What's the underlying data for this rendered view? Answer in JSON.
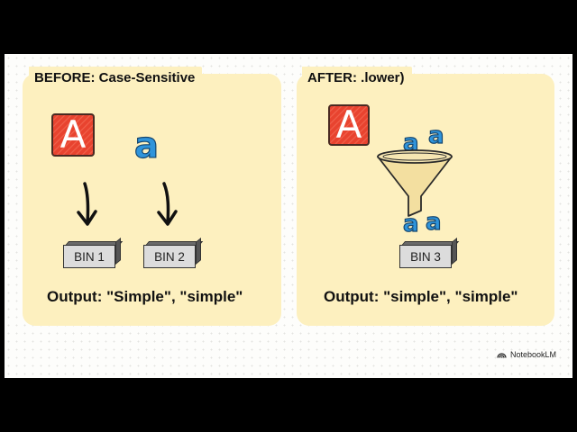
{
  "slide": {
    "background": "#fdfdfb",
    "panel_color": "#fdf0bf"
  },
  "before_panel": {
    "title": "BEFORE: Case-Sensitive",
    "uppercase_letter": "A",
    "lowercase_letter": "a",
    "bins": [
      {
        "label": "BIN 1"
      },
      {
        "label": "BIN 2"
      }
    ],
    "output": "Output: \"Simple\", \"simple\""
  },
  "after_panel": {
    "title": "AFTER: .lower)",
    "uppercase_letter": "A",
    "funnel_input_letters": [
      "a",
      "a"
    ],
    "funnel_output_letters": [
      "a",
      "a"
    ],
    "bins": [
      {
        "label": "BIN 3"
      }
    ],
    "output": "Output: \"simple\", \"simple\""
  },
  "icons": {
    "uppercase_tile": "letter-A-tile-icon",
    "arrow": "down-arrow-icon",
    "funnel": "funnel-icon",
    "brand": "notebooklm-logo-icon"
  },
  "colors": {
    "red_tile": "#e8432f",
    "blue_letter": "#2f94db",
    "bin_gray": "#dcdcdc",
    "funnel": "#f3dfa0"
  },
  "brand": {
    "label": "NotebookLM"
  }
}
